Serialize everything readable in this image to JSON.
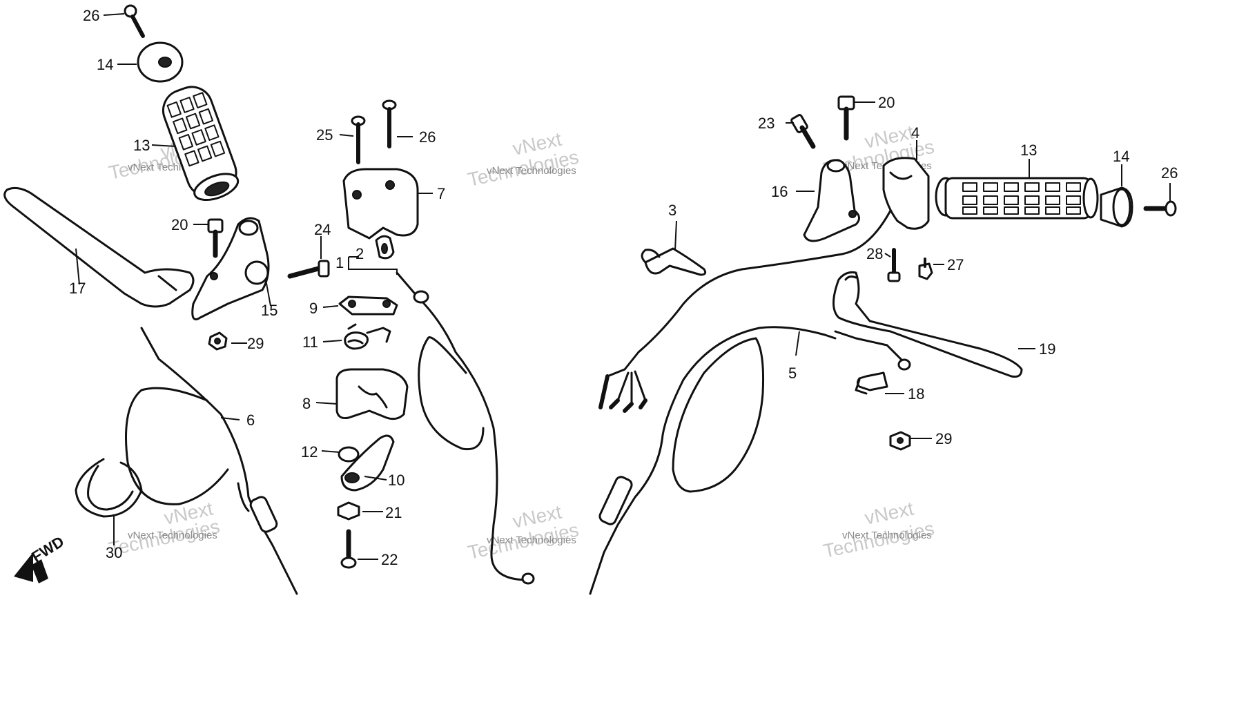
{
  "diagram": {
    "watermark_line1": "vNext Technologies",
    "watermark_line2": "Technologies",
    "watermark_line3": "vNext",
    "direction_label": "FWD",
    "callouts": {
      "c26a": "26",
      "c14a": "14",
      "c13a": "13",
      "c20a": "20",
      "c17": "17",
      "c15": "15",
      "c29a": "29",
      "c6": "6",
      "c30": "30",
      "c25": "25",
      "c26b": "26",
      "c7": "7",
      "c24": "24",
      "c1": "1",
      "c2": "2",
      "c9": "9",
      "c11": "11",
      "c8": "8",
      "c12": "12",
      "c10": "10",
      "c21": "21",
      "c22": "22",
      "c3": "3",
      "c23": "23",
      "c20b": "20",
      "c16": "16",
      "c4": "4",
      "c13b": "13",
      "c14b": "14",
      "c26c": "26",
      "c28": "28",
      "c27": "27",
      "c19": "19",
      "c5": "5",
      "c18": "18",
      "c29b": "29"
    }
  }
}
